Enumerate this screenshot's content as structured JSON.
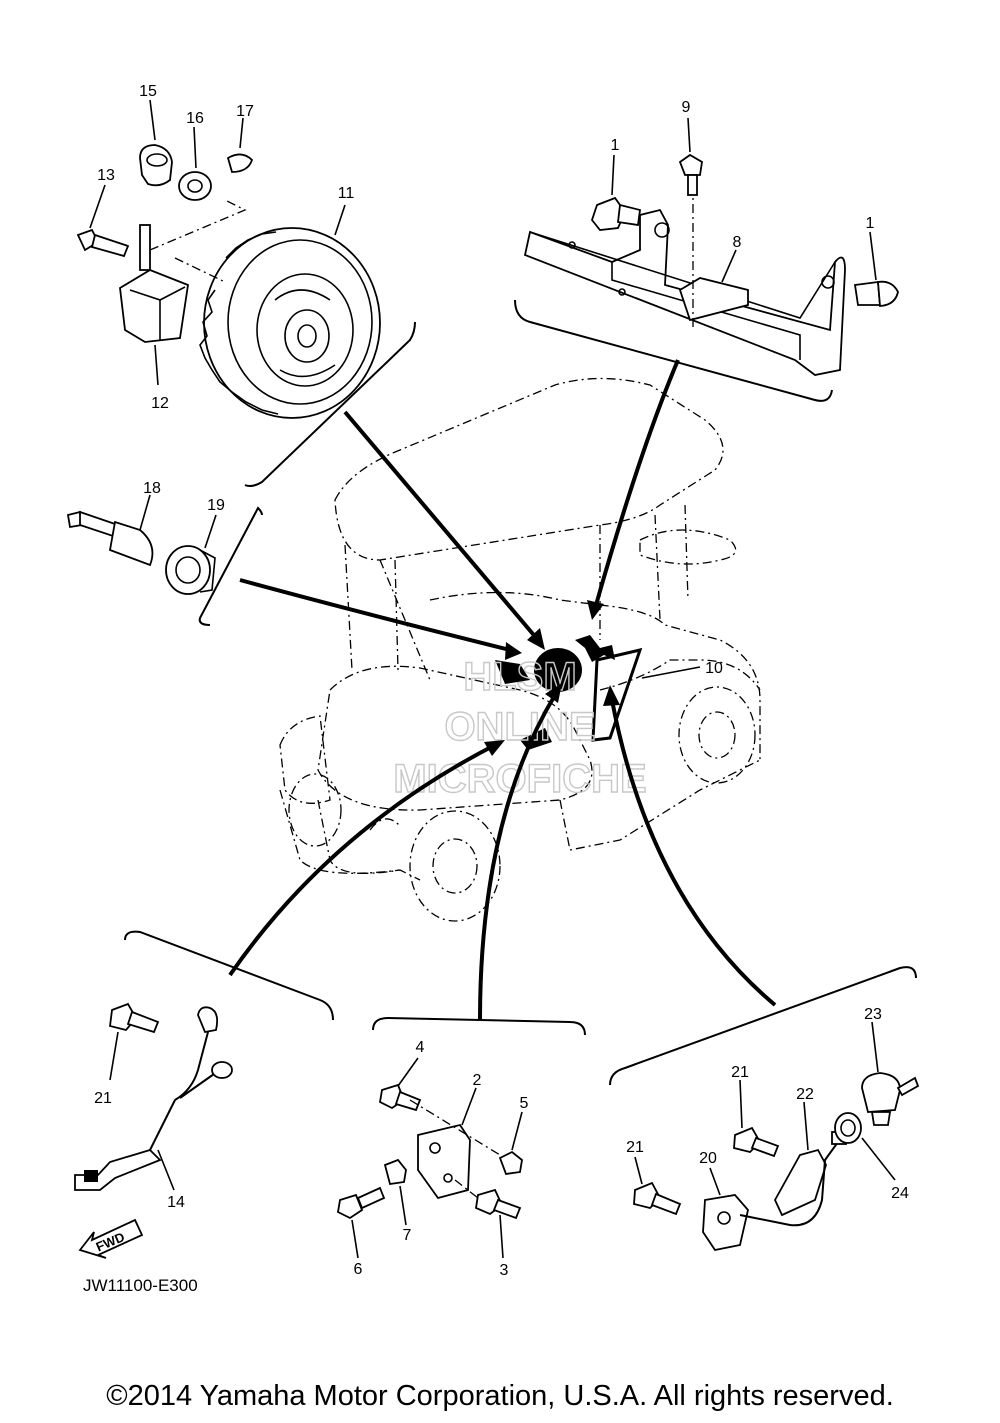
{
  "diagram": {
    "part_numbers": [
      "1",
      "1",
      "2",
      "3",
      "4",
      "5",
      "6",
      "7",
      "8",
      "9",
      "10",
      "11",
      "12",
      "13",
      "14",
      "15",
      "16",
      "17",
      "18",
      "19",
      "20",
      "21",
      "21",
      "21",
      "22",
      "23",
      "24"
    ],
    "reference_code": "JW11100-E300",
    "direction_label": "FWD",
    "watermark": [
      "HLSM",
      "ONLINE",
      "MICROFICHE"
    ],
    "copyright": "©2014 Yamaha Motor Corporation, U.S.A. All rights reserved."
  }
}
